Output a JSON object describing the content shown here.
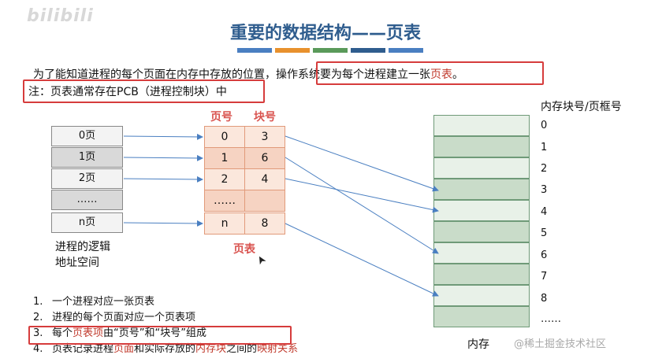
{
  "watermark": "bilibili",
  "title": "重要的数据结构——页表",
  "title_bar_colors": [
    "#4a7fc1",
    "#e8912d",
    "#5a9a5a",
    "#2f5d8e",
    "#4a7fc1"
  ],
  "intro": {
    "part1": "为了能知道进程的每个页面在内存中存放的位置，",
    "part2": "操作系统要为每个进程建立一张",
    "part2_red": "页表",
    "part2_end": "。",
    "note": "注：页表通常存在PCB（进程控制块）中"
  },
  "logical_space": {
    "cells": [
      "0页",
      "1页",
      "2页",
      "……",
      "n页"
    ],
    "caption_line1": "进程的逻辑",
    "caption_line2": "地址空间"
  },
  "page_table": {
    "header_page": "页号",
    "header_block": "块号",
    "rows": [
      {
        "page": "0",
        "block": "3"
      },
      {
        "page": "1",
        "block": "6"
      },
      {
        "page": "2",
        "block": "4"
      },
      {
        "page": "……",
        "block": ""
      },
      {
        "page": "n",
        "block": "8"
      }
    ],
    "caption": "页表"
  },
  "memory": {
    "header": "内存块号/页框号",
    "labels": [
      "0",
      "1",
      "2",
      "3",
      "4",
      "5",
      "6",
      "7",
      "8",
      "……"
    ],
    "caption": "内存"
  },
  "list": [
    {
      "num": "1.",
      "text": "一个进程对应一张页表"
    },
    {
      "num": "2.",
      "text": "进程的每个页面对应一个页表项"
    },
    {
      "num": "3.",
      "a": "每个",
      "b": "页表项",
      "c": "由“页号”和“块号”组成"
    },
    {
      "num": "4.",
      "a": "页表记录进程",
      "b": "页面",
      "c": "和实际存放的",
      "d": "内存块",
      "e": "之间的",
      "f": "映射关系"
    }
  ],
  "credit": "@稀土掘金技术社区",
  "cursor": "➤"
}
